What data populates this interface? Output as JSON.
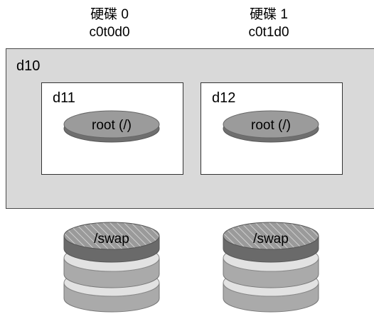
{
  "disks": [
    {
      "name": "硬碟 0",
      "device": "c0t0d0"
    },
    {
      "name": "硬碟 1",
      "device": "c0t1d0"
    }
  ],
  "mirror": {
    "label": "d10",
    "submirrors": [
      {
        "label": "d11",
        "slice": "root (/)"
      },
      {
        "label": "d12",
        "slice": "root (/)"
      }
    ]
  },
  "swap": [
    {
      "label": "/swap"
    },
    {
      "label": "/swap"
    }
  ],
  "colors": {
    "mirror_fill": "#d9d9d9",
    "slice_top": "#9b9b9b",
    "slice_side": "#6f6f6f",
    "disk_body": "#e2e2e2"
  }
}
